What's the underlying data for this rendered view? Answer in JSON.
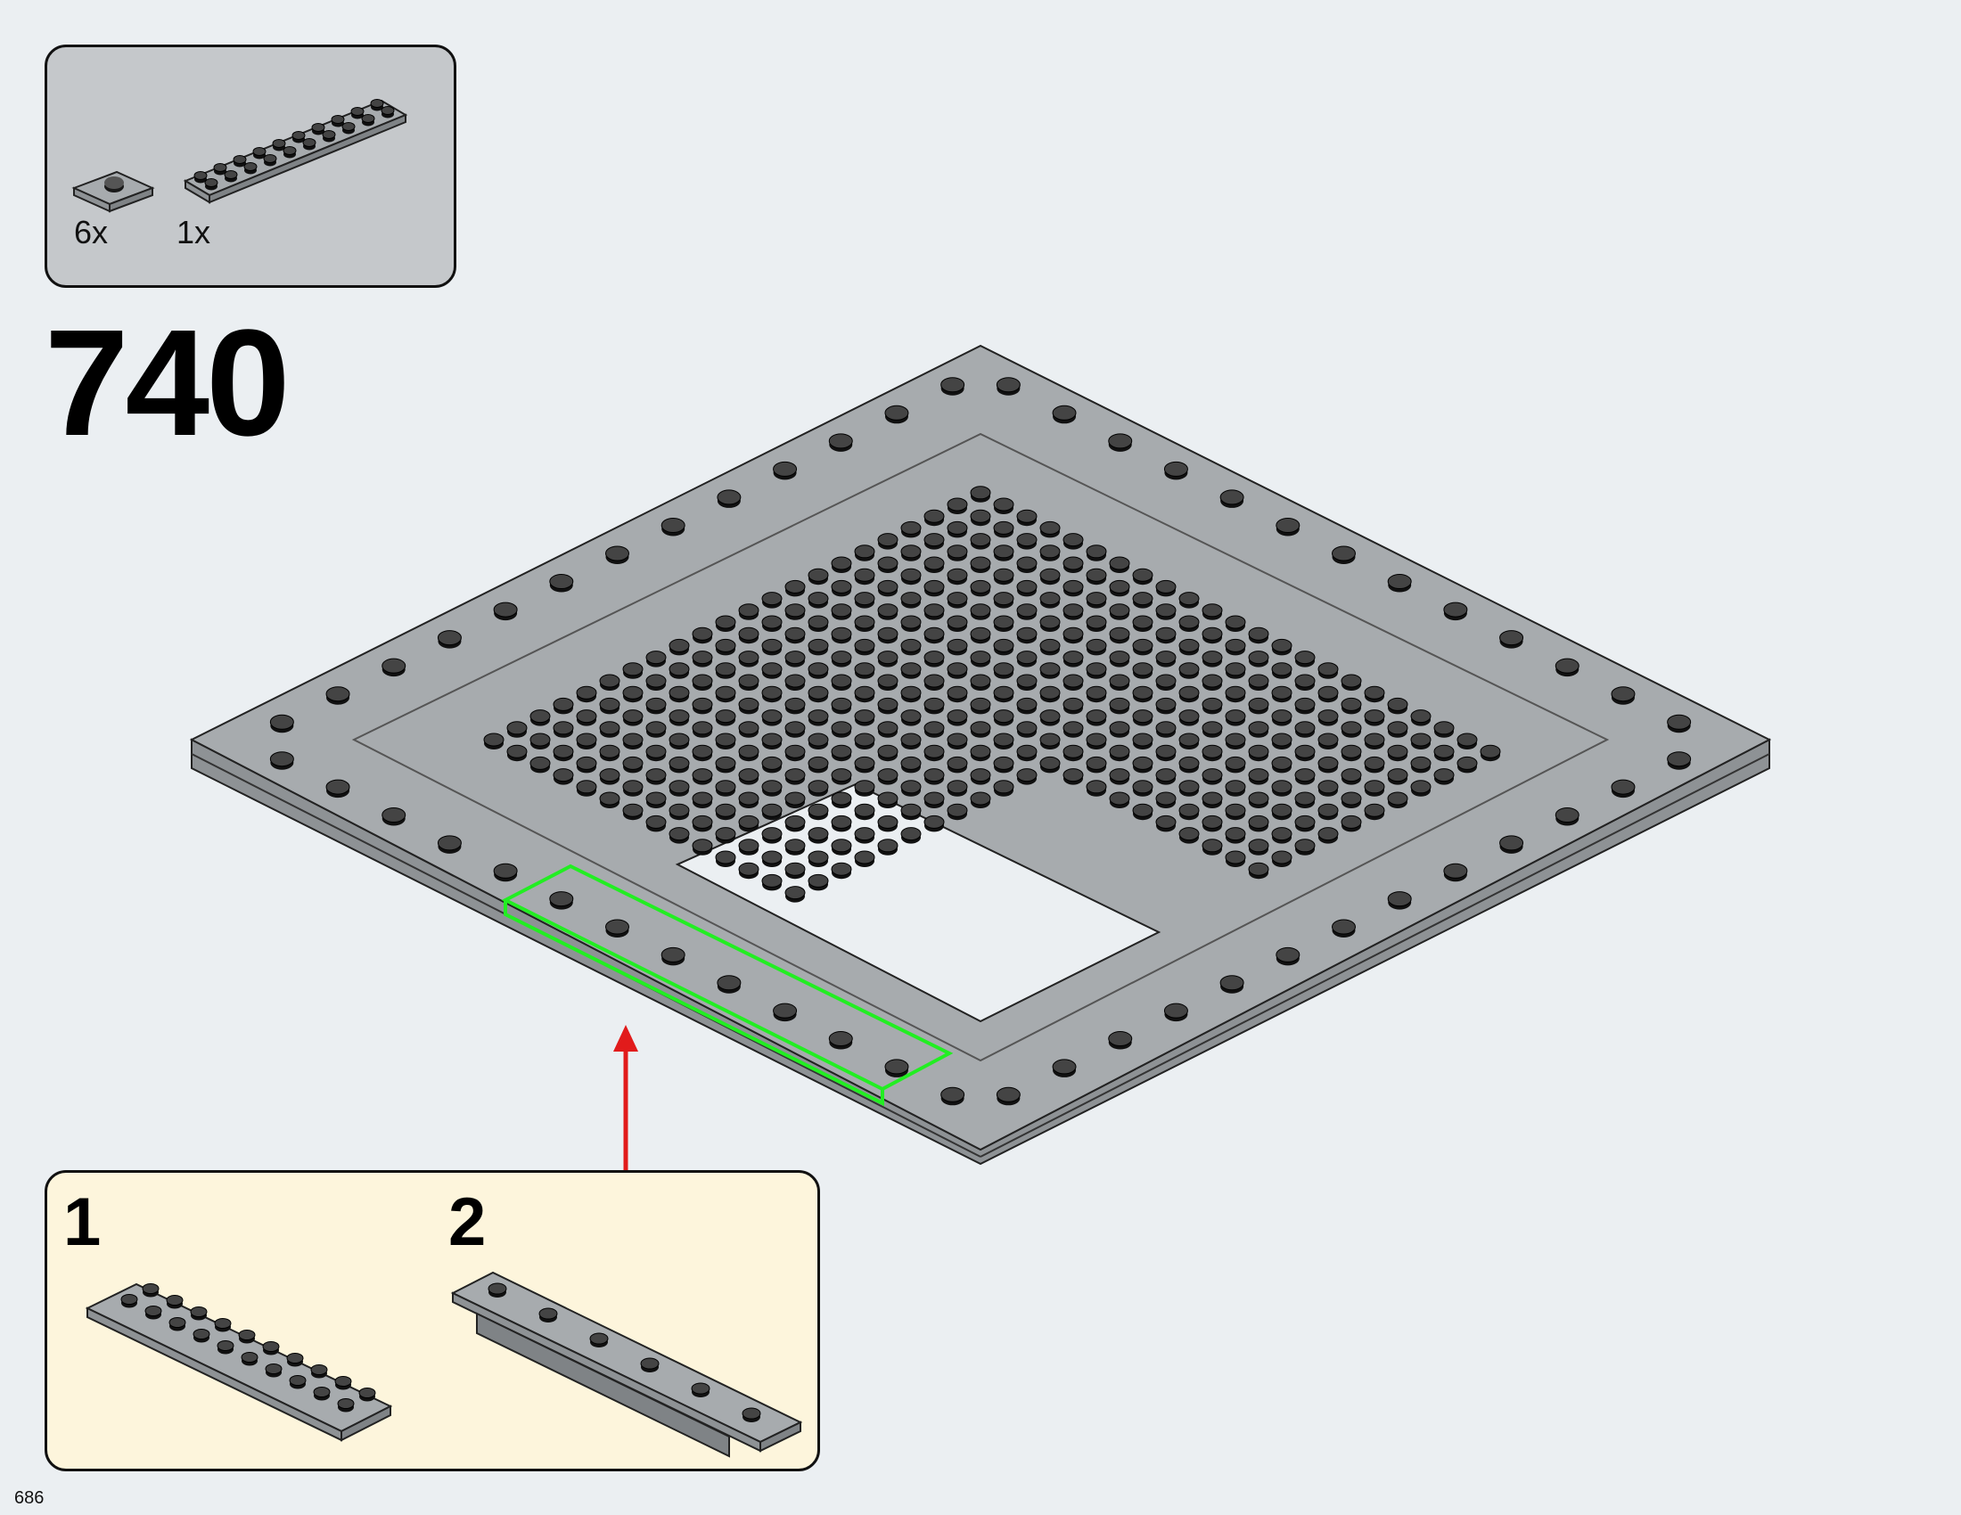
{
  "page": {
    "number": "686"
  },
  "parts": [
    {
      "name": "plate-1x1-with-stud",
      "quantity": "6x"
    },
    {
      "name": "plate-2x10",
      "quantity": "1x"
    }
  ],
  "step": {
    "number": "740"
  },
  "sub_steps": [
    {
      "number": "1"
    },
    {
      "number": "2"
    }
  ],
  "colors": {
    "brick": "#a7abae",
    "stud": "#1a1a1a",
    "highlight": "#22ee22",
    "arrow": "#e11b1b",
    "parts_bg": "#c5c8cb",
    "substep_bg": "#fdf5dc"
  }
}
